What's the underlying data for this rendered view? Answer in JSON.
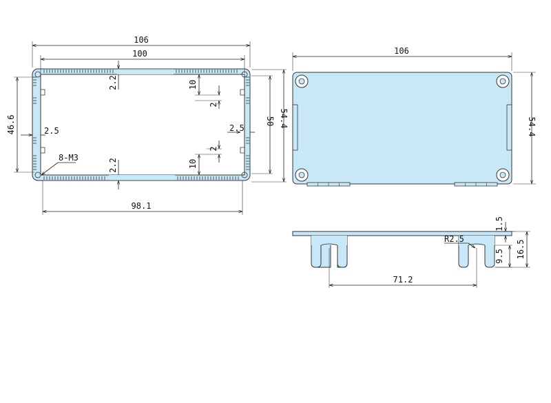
{
  "colors": {
    "part_fill": "#c9e8f7",
    "line": "#222222"
  },
  "front_view": {
    "dim_outer_width": "106",
    "dim_inner_width": "100",
    "dim_bottom_width": "98.1",
    "dim_total_height": "54.4",
    "dim_inner_height": "50",
    "dim_left_height": "46.6",
    "dim_wall_left": "2.5",
    "dim_wall_right": "2.5",
    "dim_wall_top": "2.2",
    "dim_wall_bottom": "2.2",
    "dim_slot_top_10": "10",
    "dim_slot_top_2": "2",
    "dim_slot_bottom_10": "10",
    "dim_slot_bottom_2": "2",
    "screw_callout": "8-M3"
  },
  "top_view": {
    "dim_width": "106",
    "dim_height": "54.4"
  },
  "side_view": {
    "dim_thickness": "1.5",
    "dim_radius": "R2.5",
    "dim_slot_height": "9.5",
    "dim_total_height": "16.5",
    "dim_span": "71.2"
  }
}
